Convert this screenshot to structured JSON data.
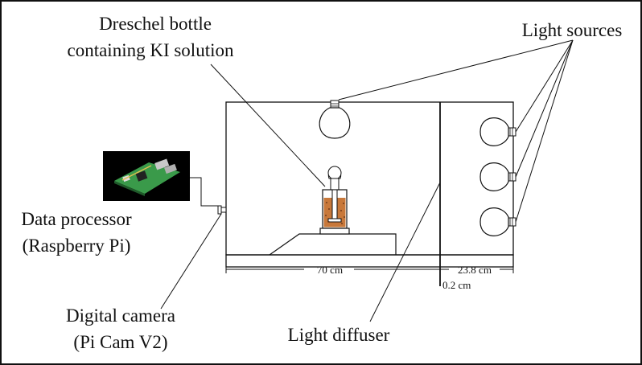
{
  "labels": {
    "dreschel_line1": "Dreschel bottle",
    "dreschel_line2": "containing KI solution",
    "light_sources": "Light sources",
    "data_processor_line1": "Data processor",
    "data_processor_line2": "(Raspberry Pi)",
    "camera_line1": "Digital camera",
    "camera_line2": "(Pi Cam V2)",
    "light_diffuser": "Light diffuser"
  },
  "dimensions": {
    "main_chamber": "70 cm",
    "light_chamber": "23.8 cm",
    "diffuser_thickness": "0.2 cm"
  },
  "colors": {
    "stroke": "#111111",
    "solution": "#c8783a",
    "raspberry_board": "#3a9a4a",
    "photo_background": "#000000"
  },
  "icons": {
    "light_bulb": "light-bulb-icon",
    "raspberry_pi": "raspberry-pi-photo",
    "camera": "camera-icon"
  }
}
